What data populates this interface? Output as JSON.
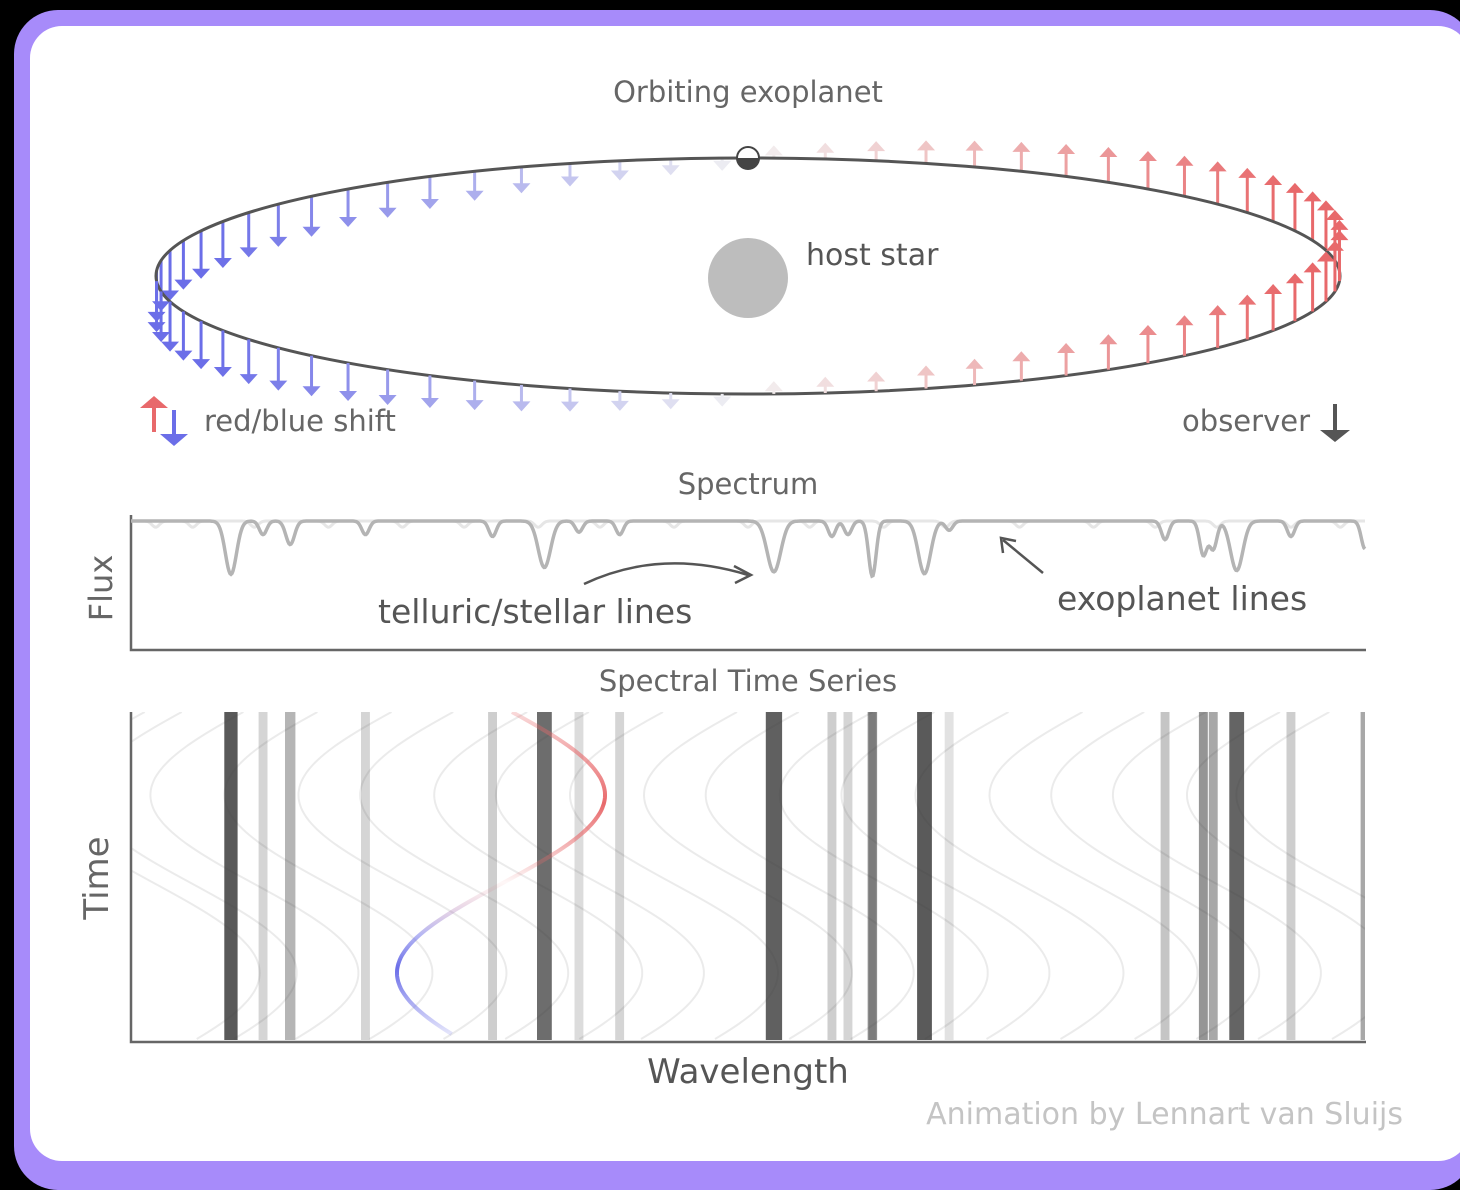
{
  "orbit": {
    "title": "Orbiting exoplanet",
    "star_label": "host star",
    "shift_label": "red/blue shift",
    "observer_label": "observer",
    "colors": {
      "red": "#e8696b",
      "blue": "#6b6ee8",
      "line": "#555555",
      "star": "#bdbdbd"
    }
  },
  "spectrum": {
    "title": "Spectrum",
    "ylabel": "Flux",
    "telluric_label": "telluric/stellar lines",
    "exoplanet_label": "exoplanet lines"
  },
  "timeseries": {
    "title": "Spectral Time Series",
    "ylabel": "Time",
    "xlabel": "Wavelength"
  },
  "credit": "Animation by Lennart van Sluijs"
}
